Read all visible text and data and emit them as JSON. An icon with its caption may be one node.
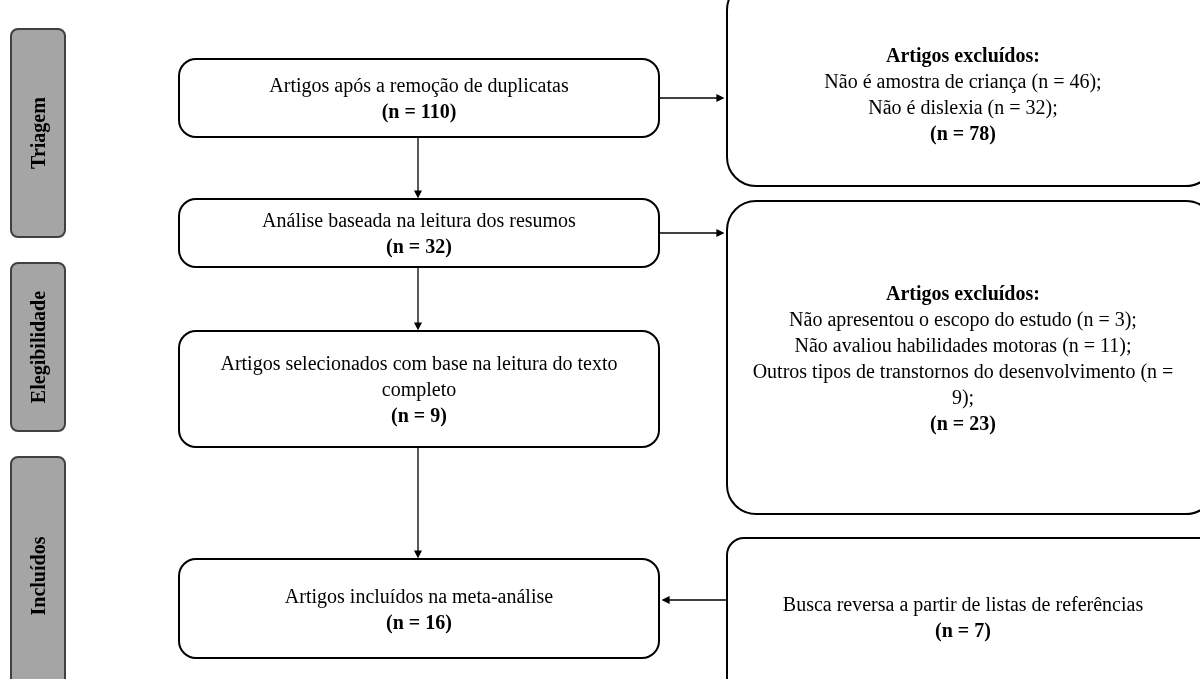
{
  "diagram": {
    "nodes": [
      {
        "text": [
          "Triagem"
        ]
      },
      {
        "text": [
          "Elegibilidade"
        ]
      },
      {
        "text": [
          "Incluídos"
        ]
      },
      {
        "text": [
          "Artigos após a remoção de duplicatas",
          "(n = 110)"
        ]
      },
      {
        "text": [
          "Artigos excluídos:",
          "Não é amostra de criança (n = 46);",
          "Não é dislexia (n = 32);",
          "(n = 78)"
        ]
      },
      {
        "text": [
          "Análise baseada na leitura dos resumos",
          "(n = 32)"
        ]
      },
      {
        "text": [
          "Artigos excluídos:",
          "Não apresentou o escopo do estudo (n = 3);",
          "Não avaliou habilidades motoras (n = 11);",
          "Outros tipos de transtornos do desenvolvimento (n = 9);",
          "(n = 23)"
        ]
      },
      {
        "text": [
          "Artigos selecionados com base na leitura do texto completo",
          "(n = 9)"
        ]
      },
      {
        "text": [
          "Artigos incluídos na meta-análise",
          "(n = 16)"
        ]
      },
      {
        "text": [
          "Busca reversa a partir de listas de referências",
          "(n = 7)"
        ]
      }
    ],
    "edges": [
      {
        "from": 3,
        "to": 4,
        "arrow": "to"
      },
      {
        "from": 3,
        "to": 5,
        "arrow": "to"
      },
      {
        "from": 5,
        "to": 6,
        "arrow": "to"
      },
      {
        "from": 5,
        "to": 7,
        "arrow": "to"
      },
      {
        "from": 7,
        "to": 8,
        "arrow": "to"
      },
      {
        "from": 9,
        "to": 8,
        "arrow": "to"
      }
    ]
  }
}
